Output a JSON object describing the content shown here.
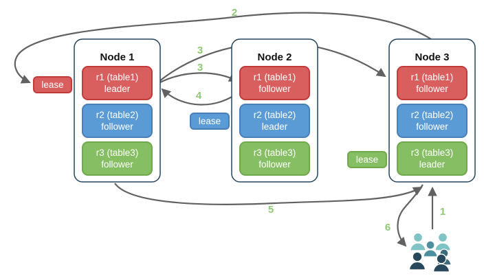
{
  "diagram": {
    "nodes": [
      {
        "title": "Node 1",
        "replicas": [
          {
            "name": "r1 (table1)",
            "role": "leader",
            "color": "red"
          },
          {
            "name": "r2 (table2)",
            "role": "follower",
            "color": "blue"
          },
          {
            "name": "r3 (table3)",
            "role": "follower",
            "color": "green"
          }
        ]
      },
      {
        "title": "Node 2",
        "replicas": [
          {
            "name": "r1 (table1)",
            "role": "follower",
            "color": "red"
          },
          {
            "name": "r2 (table2)",
            "role": "leader",
            "color": "blue"
          },
          {
            "name": "r3 (table3)",
            "role": "follower",
            "color": "green"
          }
        ]
      },
      {
        "title": "Node 3",
        "replicas": [
          {
            "name": "r1 (table1)",
            "role": "follower",
            "color": "red"
          },
          {
            "name": "r2 (table2)",
            "role": "follower",
            "color": "blue"
          },
          {
            "name": "r3 (table3)",
            "role": "leader",
            "color": "green"
          }
        ]
      }
    ],
    "leases": {
      "red": {
        "label": "lease",
        "color": "#d95e5e"
      },
      "blue": {
        "label": "lease",
        "color": "#5b9bd5"
      },
      "green": {
        "label": "lease",
        "color": "#86be63"
      }
    },
    "steps": {
      "s1": "1",
      "s2": "2",
      "s3a": "3",
      "s3b": "3",
      "s4": "4",
      "s5": "5",
      "s6": "6"
    },
    "icons": {
      "users_group": "users-group-icon"
    },
    "colors": {
      "red_fill": "#d95e5e",
      "red_stroke": "#c23b3b",
      "blue_fill": "#5b9bd5",
      "blue_stroke": "#4a7fb5",
      "green_fill": "#86be63",
      "green_stroke": "#6fa94c",
      "node_border": "#23445c",
      "arrow": "#616161",
      "step_label": "#8fc876",
      "people_light": "#7fc3c4",
      "people_medium": "#4d8fa0",
      "people_slate": "#3d6b7a",
      "people_dark": "#28495b"
    }
  }
}
